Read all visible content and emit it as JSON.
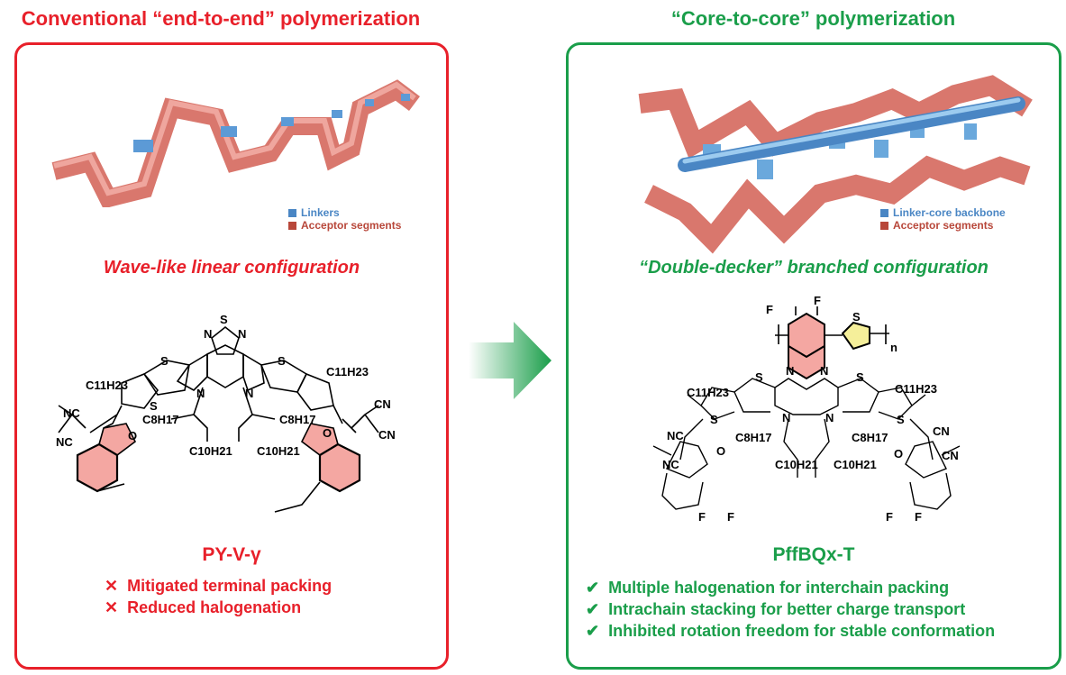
{
  "colors": {
    "red": "#e8202a",
    "green": "#1a9e4a",
    "linker": "#4a86c4",
    "acceptor": "#b8473a",
    "ribbon": "#e88a80",
    "rod": "#7fb6e0"
  },
  "left": {
    "title": "Conventional “end-to-end” polymerization",
    "legend": [
      {
        "label": "Linkers",
        "color": "#4a86c4"
      },
      {
        "label": "Acceptor segments",
        "color": "#b8473a"
      }
    ],
    "subtitle": "Wave-like linear configuration",
    "molecule_labels": {
      "ring_s": "S",
      "ring_n1": "N",
      "ring_n2": "N",
      "s1": "S",
      "s2": "S",
      "s3": "S",
      "n1": "N",
      "n2": "N",
      "alkyl_l": "C11H23",
      "alkyl_r": "C11H23",
      "c8_l": "C8H17",
      "c8_r": "C8H17",
      "c10_l": "C10H21",
      "c10_r": "C10H21",
      "nc1": "NC",
      "nc2": "NC",
      "cn1": "CN",
      "cn2": "CN",
      "o1": "O",
      "o2": "O"
    },
    "polymer_name": "PY-V-γ",
    "points": [
      {
        "icon": "cross-icon",
        "text": "Mitigated terminal packing"
      },
      {
        "icon": "cross-icon",
        "text": "Reduced halogenation"
      }
    ]
  },
  "right": {
    "title": "“Core-to-core” polymerization",
    "legend": [
      {
        "label": "Linker-core backbone",
        "color": "#4a86c4"
      },
      {
        "label": "Acceptor segments",
        "color": "#b8473a"
      }
    ],
    "subtitle": "“Double-decker” branched configuration",
    "molecule_labels": {
      "f1": "F",
      "f2": "F",
      "s_th": "S",
      "n_rep": "n",
      "qn1": "N",
      "qn2": "N",
      "s1": "S",
      "s2": "S",
      "s3": "S",
      "s4": "S",
      "n1": "N",
      "n2": "N",
      "alkyl_l": "C11H23",
      "alkyl_r": "C11H23",
      "c8_l": "C8H17",
      "c8_r": "C8H17",
      "c10_l": "C10H21",
      "c10_r": "C10H21",
      "nc1": "NC",
      "nc2": "NC",
      "cn1": "CN",
      "cn2": "CN",
      "o1": "O",
      "o2": "O",
      "f3": "F",
      "f4": "F",
      "f5": "F",
      "f6": "F"
    },
    "polymer_name": "PffBQx-T",
    "points": [
      {
        "icon": "check-icon",
        "text": "Multiple halogenation for interchain packing"
      },
      {
        "icon": "check-icon",
        "text": "Intrachain stacking for better charge transport"
      },
      {
        "icon": "check-icon",
        "text": "Inhibited rotation freedom for stable conformation"
      }
    ]
  }
}
